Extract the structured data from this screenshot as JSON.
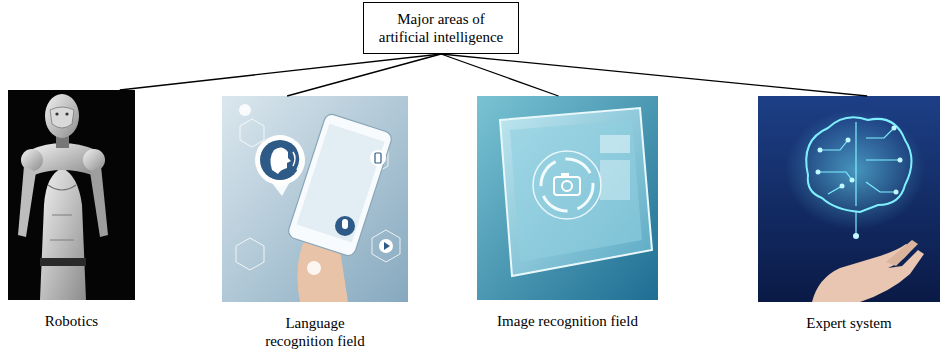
{
  "diagram": {
    "nodes": [
      {
        "text": [
          "Major areas of artificial intelligence"
        ]
      },
      {
        "text": [
          "Robotics"
        ]
      },
      {
        "text": [
          "Language recognition field"
        ]
      },
      {
        "text": [
          "Image recognition field"
        ]
      },
      {
        "text": [
          "Expert system"
        ]
      }
    ],
    "edges": [
      {
        "from": 0,
        "to": 1,
        "arrow": "none"
      },
      {
        "from": 0,
        "to": 2,
        "arrow": "none"
      },
      {
        "from": 0,
        "to": 3,
        "arrow": "none"
      },
      {
        "from": 0,
        "to": 4,
        "arrow": "none"
      }
    ]
  }
}
